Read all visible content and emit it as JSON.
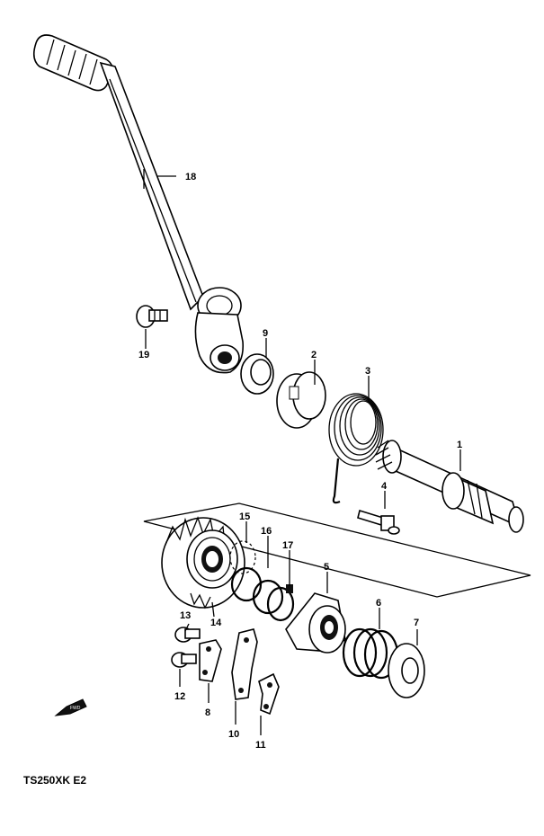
{
  "diagram_code": "TS250XK E2",
  "front_indicator": "FWD",
  "callouts": [
    {
      "id": "1",
      "label": "1"
    },
    {
      "id": "2",
      "label": "2"
    },
    {
      "id": "3",
      "label": "3"
    },
    {
      "id": "4",
      "label": "4"
    },
    {
      "id": "5",
      "label": "5"
    },
    {
      "id": "6",
      "label": "6"
    },
    {
      "id": "7",
      "label": "7"
    },
    {
      "id": "8",
      "label": "8"
    },
    {
      "id": "9",
      "label": "9"
    },
    {
      "id": "10",
      "label": "10"
    },
    {
      "id": "11",
      "label": "11"
    },
    {
      "id": "12",
      "label": "12"
    },
    {
      "id": "13",
      "label": "13"
    },
    {
      "id": "14",
      "label": "14"
    },
    {
      "id": "15",
      "label": "15"
    },
    {
      "id": "16",
      "label": "16"
    },
    {
      "id": "17",
      "label": "17"
    },
    {
      "id": "18",
      "label": "18"
    },
    {
      "id": "19",
      "label": "19"
    }
  ]
}
